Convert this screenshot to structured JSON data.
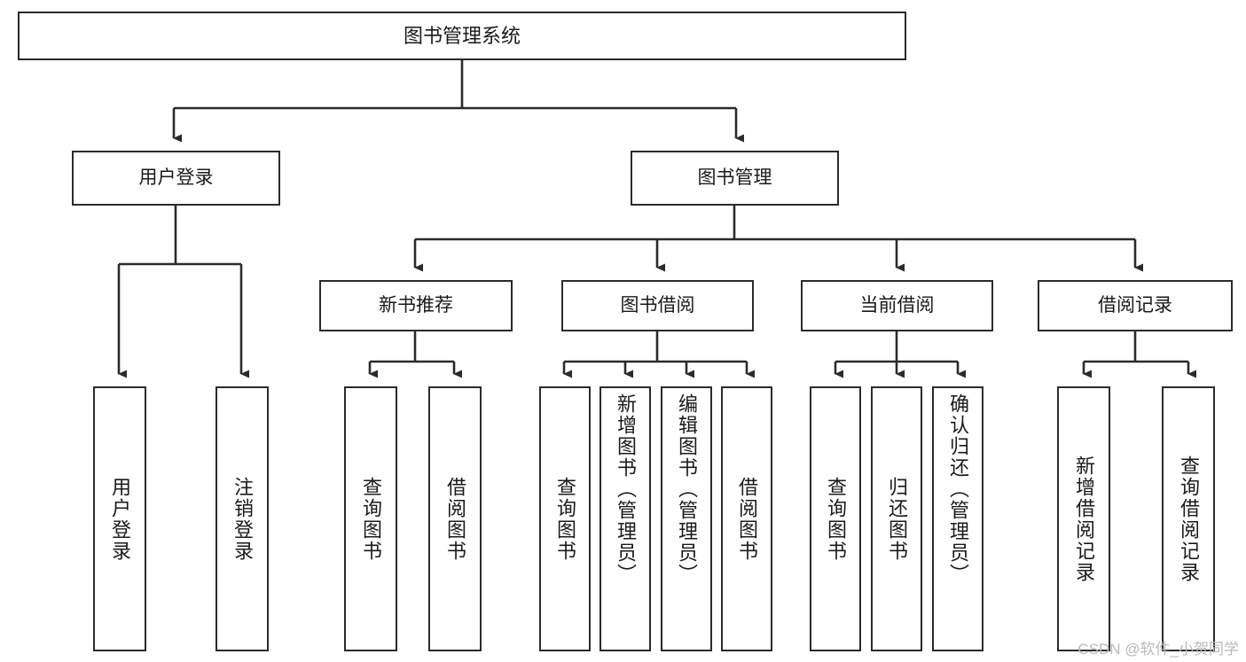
{
  "diagram": {
    "title": "图书管理系统",
    "type": "tree-hierarchy",
    "background_color": "#ffffff",
    "box_border_color": "#2b2b2b",
    "text_color": "#1a1a1a",
    "watermark": "CSDN @软件_小贺同学",
    "watermark_color": "#b9b9b9"
  },
  "nodes": {
    "root": {
      "label": "图书管理系统",
      "level": 0
    },
    "l1": [
      {
        "id": "user_login",
        "label": "用户登录",
        "level": 1
      },
      {
        "id": "book_manage",
        "label": "图书管理",
        "level": 1
      }
    ],
    "l2": [
      {
        "id": "new_book_rec",
        "label": "新书推荐",
        "level": 2,
        "parent": "book_manage"
      },
      {
        "id": "book_borrow",
        "label": "图书借阅",
        "level": 2,
        "parent": "book_manage"
      },
      {
        "id": "current_borrow",
        "label": "当前借阅",
        "level": 2,
        "parent": "book_manage"
      },
      {
        "id": "borrow_record",
        "label": "借阅记录",
        "level": 2,
        "parent": "book_manage"
      }
    ],
    "leaves": [
      {
        "id": "leaf_user_login",
        "label": "用户登录",
        "parent": "user_login"
      },
      {
        "id": "leaf_logout",
        "label": "注销登录",
        "parent": "user_login"
      },
      {
        "id": "leaf_query_book_1",
        "label": "查询图书",
        "parent": "new_book_rec"
      },
      {
        "id": "leaf_borrow_book_1",
        "label": "借阅图书",
        "parent": "new_book_rec"
      },
      {
        "id": "leaf_query_book_2",
        "label": "查询图书",
        "parent": "book_borrow"
      },
      {
        "id": "leaf_add_book",
        "label": "新增图书（管理员）",
        "parent": "book_borrow"
      },
      {
        "id": "leaf_edit_book",
        "label": "编辑图书（管理员）",
        "parent": "book_borrow"
      },
      {
        "id": "leaf_borrow_book_2",
        "label": "借阅图书",
        "parent": "book_borrow"
      },
      {
        "id": "leaf_query_book_3",
        "label": "查询图书",
        "parent": "current_borrow"
      },
      {
        "id": "leaf_return_book",
        "label": "归还图书",
        "parent": "current_borrow"
      },
      {
        "id": "leaf_confirm_return",
        "label": "确认归还（管理员）",
        "parent": "current_borrow"
      },
      {
        "id": "leaf_add_record",
        "label": "新增借阅记录",
        "parent": "borrow_record"
      },
      {
        "id": "leaf_query_record",
        "label": "查询借阅记录",
        "parent": "borrow_record"
      }
    ]
  }
}
